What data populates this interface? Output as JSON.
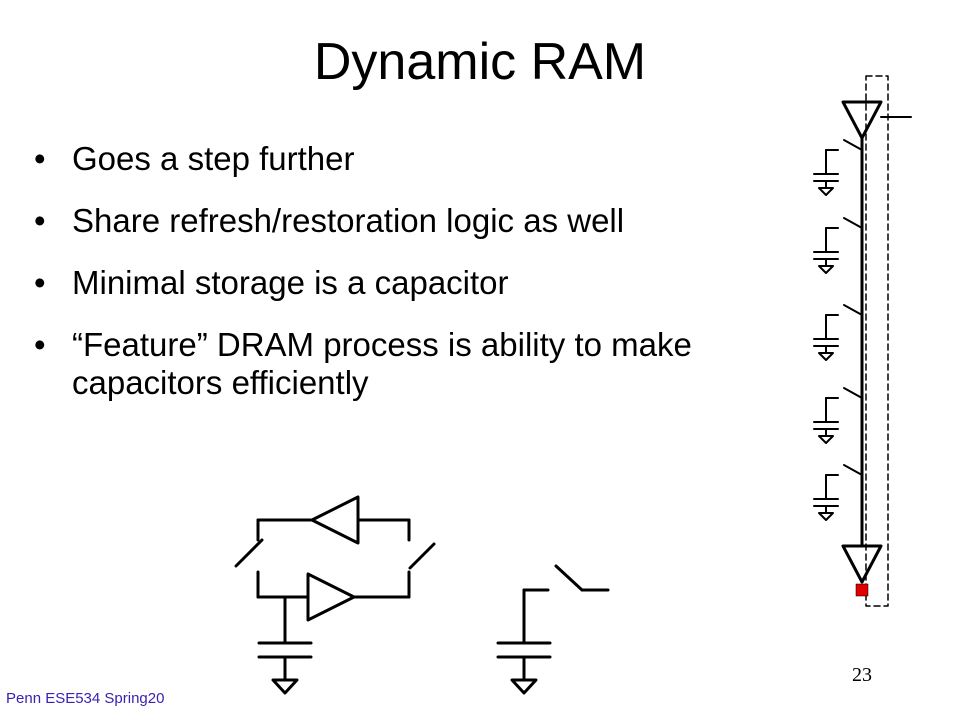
{
  "slide": {
    "title": "Dynamic RAM",
    "bullets": [
      "Goes a step further",
      "Share refresh/restoration logic as well",
      "Minimal storage is a capacitor",
      "“Feature” DRAM process is ability to make capacitors efficiently"
    ],
    "bullet_glyph": "•",
    "footer": "Penn ESE534 Spring20",
    "page_number": "23"
  },
  "colors": {
    "footer": "#3a1fb0",
    "highlight": "#e00000"
  }
}
